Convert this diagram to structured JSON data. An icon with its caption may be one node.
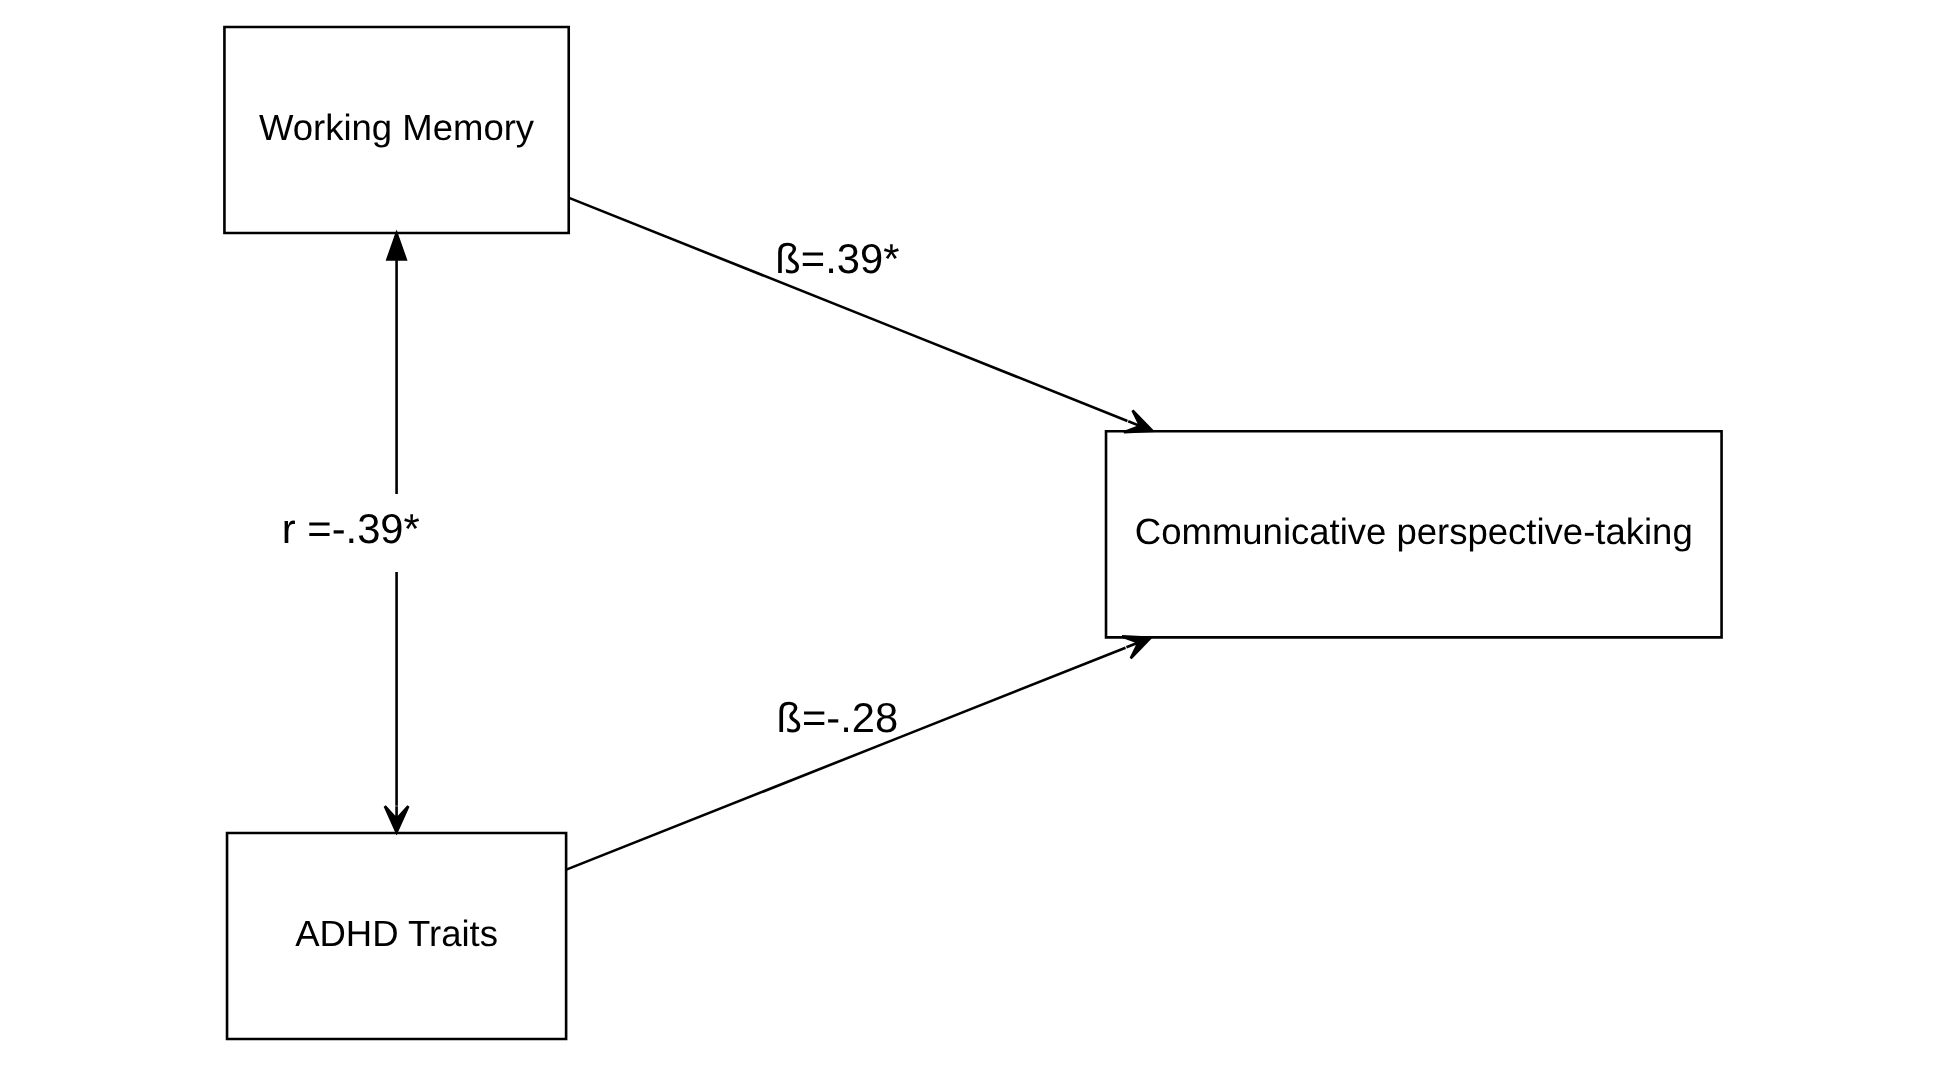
{
  "diagram": {
    "nodes": [
      {
        "text": [
          "Working Memory"
        ]
      },
      {
        "text": [
          "ADHD Traits"
        ]
      },
      {
        "text": [
          "Communicative perspective-taking"
        ]
      }
    ],
    "edges": [
      {
        "from": 0,
        "to": 1,
        "arrow": "both",
        "label": "r =-.39*"
      },
      {
        "from": 0,
        "to": 2,
        "arrow": "to",
        "label": "ß=.39*"
      },
      {
        "from": 1,
        "to": 2,
        "arrow": "to",
        "label": "ß=-.28"
      }
    ]
  }
}
